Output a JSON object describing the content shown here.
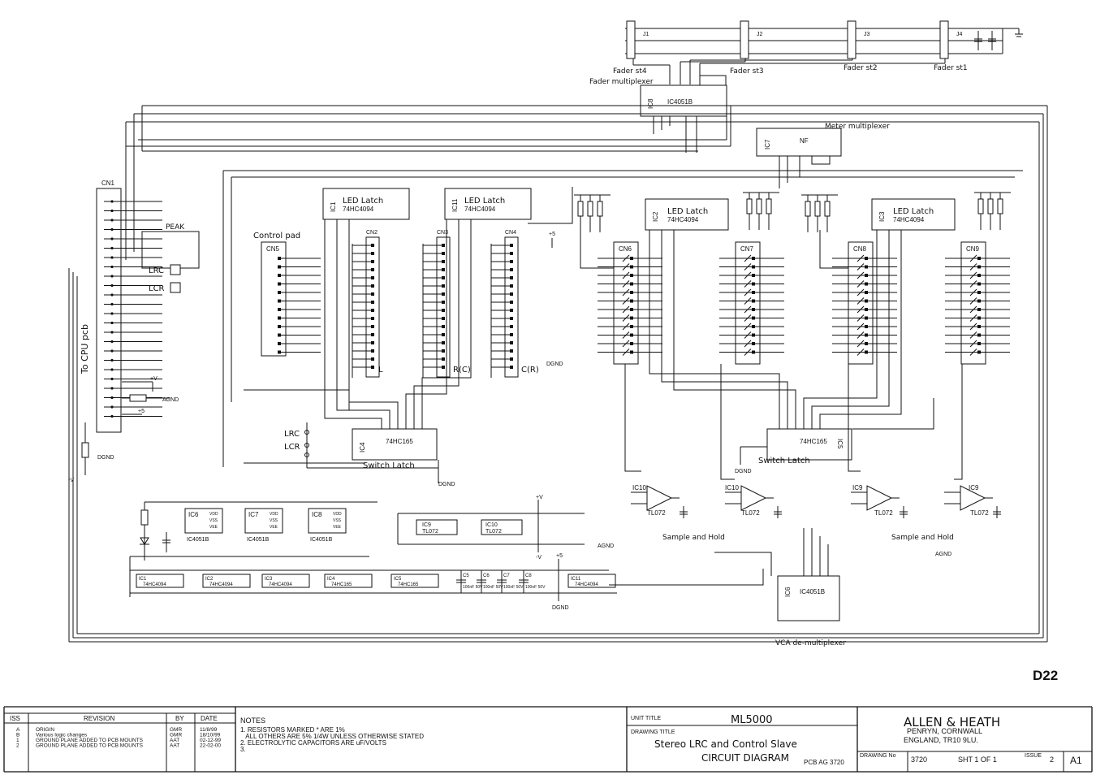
{
  "drawing_id": "D22",
  "faders": [
    "Fader st4",
    "Fader st3",
    "Fader st2",
    "Fader st1"
  ],
  "fader_connectors": [
    "J1",
    "J2",
    "J3",
    "J4"
  ],
  "labels": {
    "fader_mux": "Fader multiplexer",
    "meter_mux": "Meter multiplexer",
    "vca_demux": "VCA de-multiplexer",
    "peak": "PEAK",
    "lrc": "LRC",
    "lcr": "LCR",
    "control_pad": "Control pad",
    "to_cpu": "To CPU pcb",
    "switch_latch": "Switch Latch",
    "sample_hold": "Sample and Hold",
    "agnd": "AGND",
    "dgnd": "DGND",
    "plus5": "+5",
    "plus_v": "+V",
    "minus_v": "-V",
    "l": "L",
    "rc": "R(C)",
    "cr": "C(R)",
    "nf": "NF"
  },
  "chips": {
    "ic8_name": "IC8",
    "ic8_part": "IC4051B",
    "ic7_name": "IC7",
    "ic6_name": "IC6",
    "ic6_part": "IC4051B",
    "ic1_name": "IC1",
    "ic11_name": "IC11",
    "ic2_name": "IC2",
    "ic3_name": "IC3",
    "led_latch": "LED Latch",
    "part_4094": "74HC4094",
    "ic4_name": "IC4",
    "ic5_name": "IC5",
    "part_165": "74HC165",
    "ic10_name": "IC10",
    "ic9_name": "IC9",
    "opamp": "TL072"
  },
  "connectors": [
    "CN1",
    "CN5",
    "CN2",
    "CN3",
    "CN4",
    "CN6",
    "CN7",
    "CN8",
    "CN9"
  ],
  "power_block": {
    "ics": [
      {
        "name": "IC6",
        "part": "IC4051B"
      },
      {
        "name": "IC7",
        "part": "IC4051B"
      },
      {
        "name": "IC8",
        "part": "IC4051B"
      }
    ],
    "pins": [
      "VDD",
      "VSS",
      "VEE"
    ],
    "opamps": [
      {
        "name": "IC9",
        "part": "TL072"
      },
      {
        "name": "IC10",
        "part": "TL072"
      }
    ],
    "row": [
      {
        "name": "IC1",
        "part": "74HC4094"
      },
      {
        "name": "IC2",
        "part": "74HC4094"
      },
      {
        "name": "IC3",
        "part": "74HC4094"
      },
      {
        "name": "IC4",
        "part": "74HC165"
      },
      {
        "name": "IC5",
        "part": "74HC165"
      },
      {
        "name": "IC11",
        "part": "74HC4094"
      }
    ],
    "caps": [
      "C5",
      "C6",
      "C7",
      "C8"
    ],
    "cap_value": "100nF 50V"
  },
  "title_block": {
    "iss_header": "ISS",
    "revision_header": "REVISION",
    "by_header": "BY",
    "date_header": "DATE",
    "revisions": [
      {
        "iss": "A",
        "text": "ORIGIN",
        "by": "GMR",
        "date": "11/8/99"
      },
      {
        "iss": "B",
        "text": "Various logic changes",
        "by": "GMR",
        "date": "18/10/99"
      },
      {
        "iss": "1",
        "text": "GROUND PLANE ADDED TO PCB MOUNTS",
        "by": "AAT",
        "date": "02-12-99"
      },
      {
        "iss": "2",
        "text": "GROUND PLANE ADDED TO PCB MOUNTS",
        "by": "AAT",
        "date": "22-02-00"
      }
    ],
    "notes_header": "NOTES",
    "notes": [
      "1. RESISTORS MARKED * ARE 1%",
      "   ALL OTHERS ARE 5% 1/4W UNLESS OTHERWISE STATED",
      "2. ELECTROLYTIC CAPACITORS ARE uF/VOLTS",
      "3."
    ],
    "unit_title_label": "UNIT TITLE",
    "unit_title": "ML5000",
    "drawing_title_label": "DRAWING TITLE",
    "drawing_title_1": "Stereo LRC and Control Slave",
    "drawing_title_2": "CIRCUIT DIAGRAM",
    "pcb": "PCB AG 3720",
    "company": "ALLEN & HEATH",
    "address_1": "PENRYN, CORNWALL",
    "address_2": "ENGLAND, TR10 9LU.",
    "drawing_no_label": "DRAWING No",
    "drawing_no": "3720",
    "sheet": "SHT 1 OF 1",
    "issue_label": "ISSUE",
    "issue": "2",
    "size": "A1"
  }
}
